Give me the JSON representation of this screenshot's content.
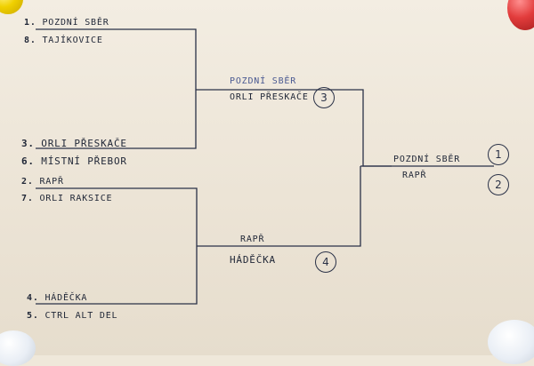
{
  "bracket": {
    "round1": [
      {
        "seed": "1.",
        "team": "POZDNÍ SBĚR"
      },
      {
        "seed": "8.",
        "team": "TAJÍKOVICE"
      },
      {
        "seed": "3.",
        "team": "ORLI PŘESKAČE"
      },
      {
        "seed": "6.",
        "team": "MÍSTNÍ PŘEBOR"
      },
      {
        "seed": "2.",
        "team": "RAPŘ"
      },
      {
        "seed": "7.",
        "team": "ORLI RAKSICE"
      },
      {
        "seed": "4.",
        "team": "HÁDĚČKA"
      },
      {
        "seed": "5.",
        "team": "CTRL ALT DEL"
      }
    ],
    "semifinal_top": {
      "winner": "POZDNÍ SBĚR",
      "loser": "ORLI PŘESKAČE",
      "match_no": "3"
    },
    "semifinal_bottom": {
      "winner": "RAPŘ",
      "loser": "HÁDĚČKA",
      "match_no": "4"
    },
    "final": {
      "winner": "POZDNÍ SBĚR",
      "loser": "RAPŘ",
      "place_first": "1",
      "place_second": "2"
    }
  }
}
